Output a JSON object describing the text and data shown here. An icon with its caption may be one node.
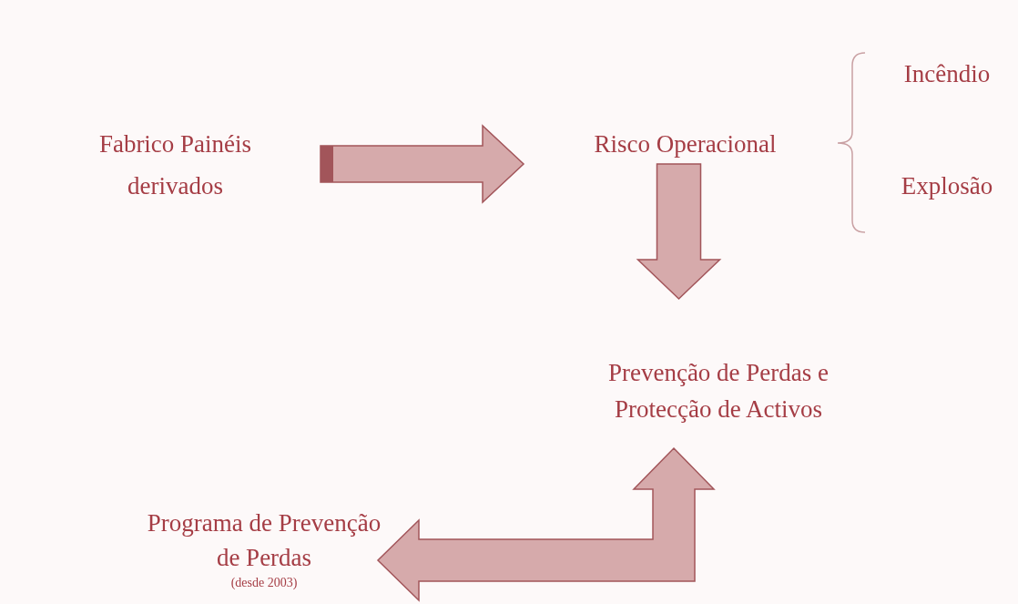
{
  "diagram": {
    "nodes": [
      {
        "text": [
          "Fabrico Painéis derivados"
        ]
      },
      {
        "text": [
          "Risco Operacional"
        ]
      },
      {
        "text": [
          "Incêndio"
        ]
      },
      {
        "text": [
          "Explosão"
        ]
      },
      {
        "text": [
          "Prevenção de Perdas e Protecção de Activos"
        ]
      },
      {
        "text": [
          "Programa de Prevenção de Perdas"
        ],
        "beside": [
          "(desde 2003)"
        ]
      }
    ],
    "edges": [
      {
        "from": 0,
        "to": 1,
        "arrow": "to",
        "style": "thick"
      },
      {
        "from": 1,
        "to": 4,
        "arrow": "to",
        "style": "thick"
      },
      {
        "from": 5,
        "to": 4,
        "arrow": "both",
        "style": "thick"
      }
    ]
  }
}
